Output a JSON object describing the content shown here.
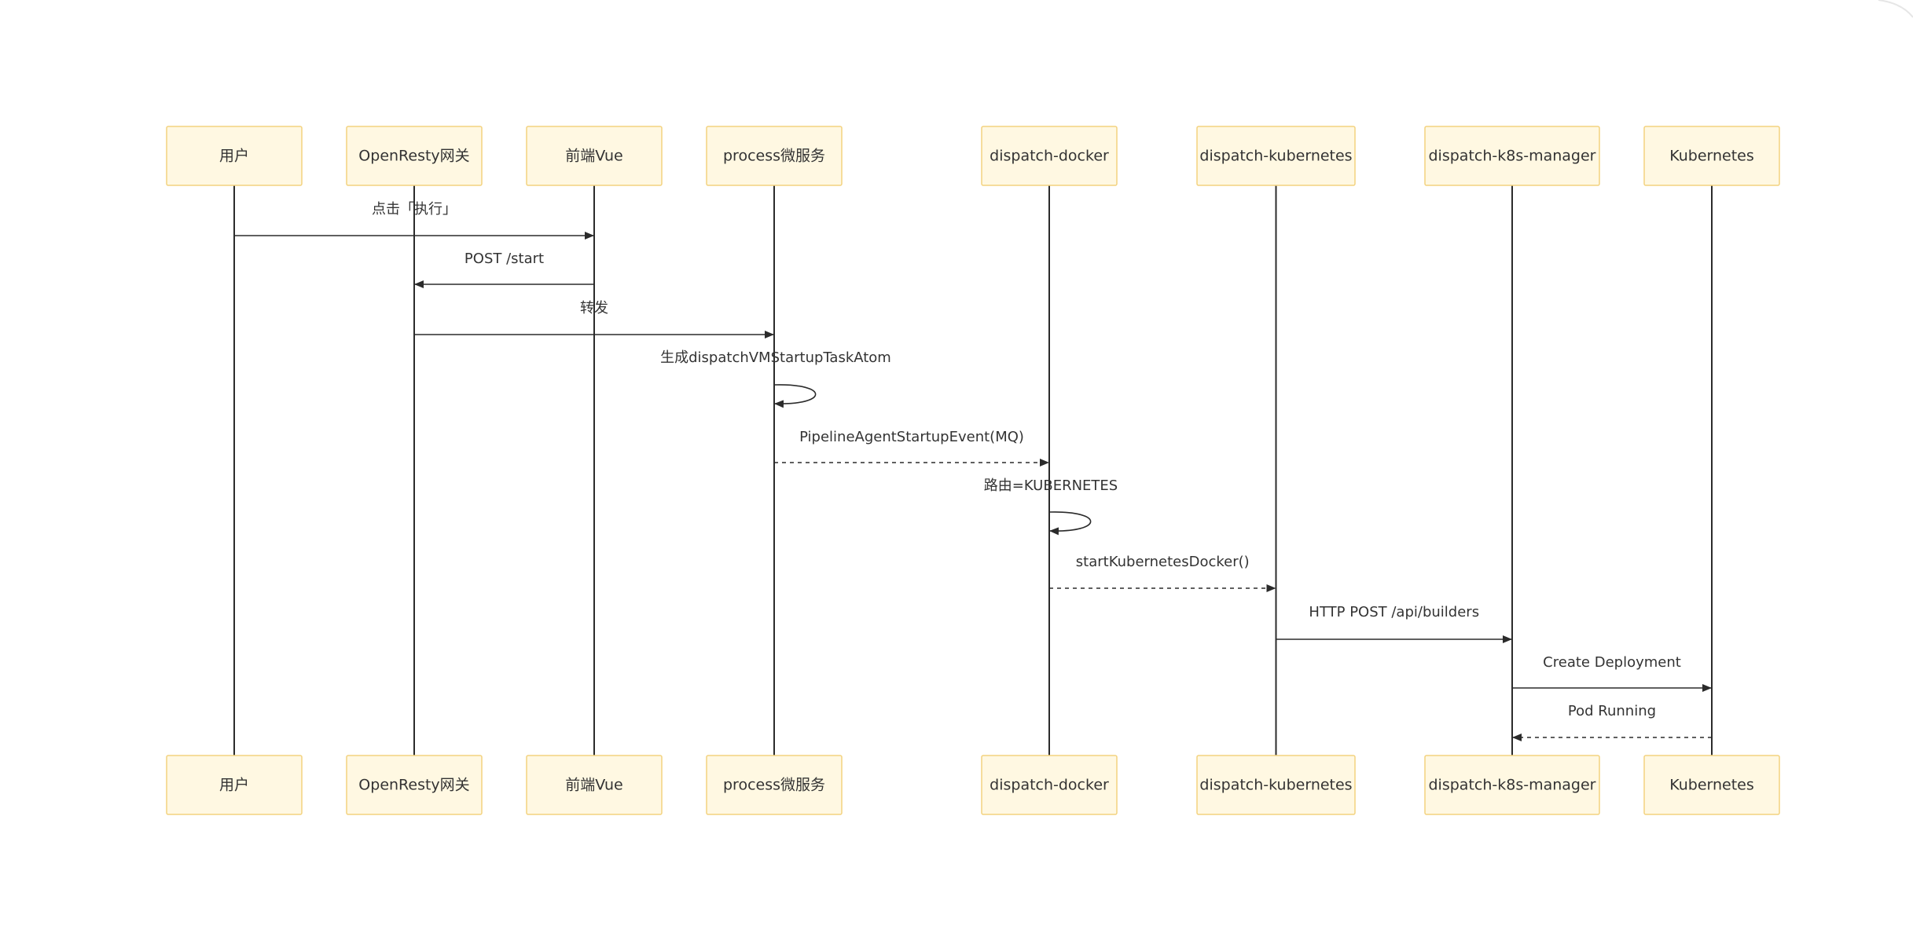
{
  "participants": [
    {
      "id": "user",
      "label": "用户"
    },
    {
      "id": "openresty",
      "label": "OpenResty网关"
    },
    {
      "id": "frontend",
      "label": "前端Vue"
    },
    {
      "id": "process",
      "label": "process微服务"
    },
    {
      "id": "dispatch-docker",
      "label": "dispatch-docker"
    },
    {
      "id": "dispatch-kubernetes",
      "label": "dispatch-kubernetes"
    },
    {
      "id": "dispatch-k8s-manager",
      "label": "dispatch-k8s-manager"
    },
    {
      "id": "kubernetes",
      "label": "Kubernetes"
    }
  ],
  "messages": [
    {
      "from": "user",
      "to": "frontend",
      "label": "点击「执行」",
      "style": "solid"
    },
    {
      "from": "frontend",
      "to": "openresty",
      "label": "POST /start",
      "style": "solid"
    },
    {
      "from": "openresty",
      "to": "process",
      "label": "转发",
      "style": "solid"
    },
    {
      "from": "process",
      "to": "process",
      "label": "生成dispatchVMStartupTaskAtom",
      "style": "self"
    },
    {
      "from": "process",
      "to": "dispatch-docker",
      "label": "PipelineAgentStartupEvent(MQ)",
      "style": "dashed"
    },
    {
      "from": "dispatch-docker",
      "to": "dispatch-docker",
      "label": "路由=KUBERNETES",
      "style": "self"
    },
    {
      "from": "dispatch-docker",
      "to": "dispatch-kubernetes",
      "label": "startKubernetesDocker()",
      "style": "dashed"
    },
    {
      "from": "dispatch-kubernetes",
      "to": "dispatch-k8s-manager",
      "label": "HTTP POST /api/builders",
      "style": "solid"
    },
    {
      "from": "dispatch-k8s-manager",
      "to": "kubernetes",
      "label": "Create Deployment",
      "style": "solid"
    },
    {
      "from": "kubernetes",
      "to": "dispatch-k8s-manager",
      "label": "Pod Running",
      "style": "dashed"
    }
  ],
  "colors": {
    "box_fill": "#fff8e2",
    "box_border": "#f3d27f",
    "line": "#2b2b2b",
    "text": "#333333"
  }
}
